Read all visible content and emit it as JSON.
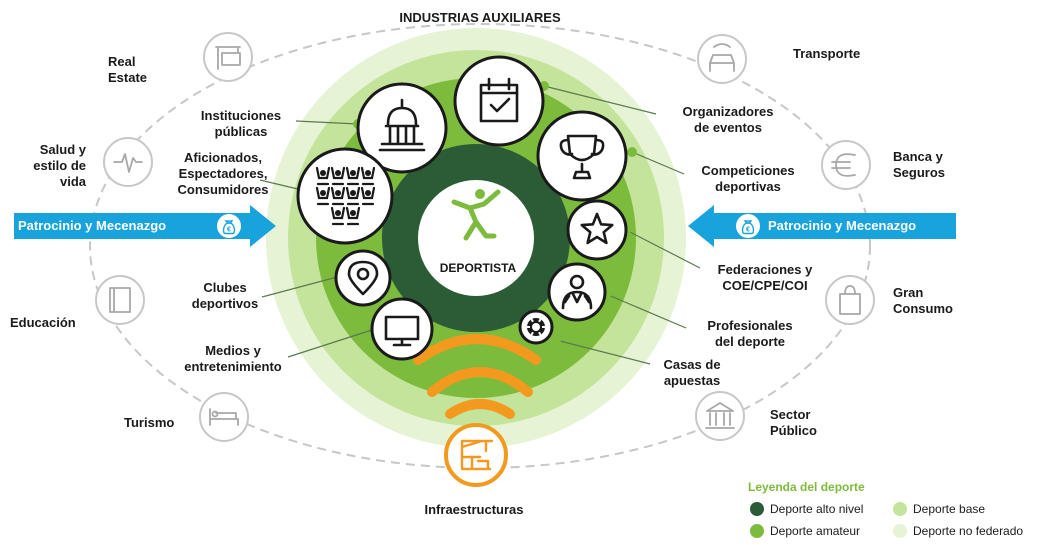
{
  "header": {
    "title": "INDUSTRIAS AUXILIARES"
  },
  "center": {
    "label": "DEPORTISTA"
  },
  "bottom": {
    "label": "Infraestructuras"
  },
  "outer_left": [
    {
      "id": "real-estate",
      "label": "Real\nEstate",
      "icon": "signboard-icon"
    },
    {
      "id": "salud",
      "label": "Salud y\nestilo de\nvida",
      "icon": "heartbeat-icon"
    },
    {
      "id": "educacion",
      "label": "Educación",
      "icon": "book-icon"
    },
    {
      "id": "turismo",
      "label": "Turismo",
      "icon": "bed-icon"
    }
  ],
  "outer_right": [
    {
      "id": "transporte",
      "label": "Transporte",
      "icon": "car-icon"
    },
    {
      "id": "banca",
      "label": "Banca y\nSeguros",
      "icon": "euro-icon"
    },
    {
      "id": "gran-consumo",
      "label": "Gran\nConsumo",
      "icon": "shopping-bag-icon"
    },
    {
      "id": "sector-publico",
      "label": "Sector\nPúblico",
      "icon": "bank-building-icon"
    }
  ],
  "inner_left": [
    {
      "id": "instituciones",
      "label": "Instituciones\npúblicas",
      "icon": "capitol-icon"
    },
    {
      "id": "aficionados",
      "label": "Aficionados,\nEspectadores,\nConsumidores",
      "icon": "crowd-icon"
    },
    {
      "id": "clubes",
      "label": "Clubes\ndeportivos",
      "icon": "location-pin-icon"
    },
    {
      "id": "medios",
      "label": "Medios y\nentretenimiento",
      "icon": "monitor-icon"
    }
  ],
  "inner_right": [
    {
      "id": "organizadores",
      "label": "Organizadores\nde eventos",
      "icon": "calendar-check-icon"
    },
    {
      "id": "competiciones",
      "label": "Competiciones\ndeportivas",
      "icon": "trophy-icon"
    },
    {
      "id": "federaciones",
      "label": "Federaciones y\nCOE/CPE/COI",
      "icon": "star-icon"
    },
    {
      "id": "profesionales",
      "label": "Profesionales\ndel deporte",
      "icon": "coach-icon"
    },
    {
      "id": "casas",
      "label": "Casas de\napuestas",
      "icon": "poker-chip-icon"
    }
  ],
  "arrows": {
    "left": {
      "label": "Patrocinio y Mecenazgo",
      "icon": "money-bag-euro-icon"
    },
    "right": {
      "label": "Patrocinio y Mecenazgo",
      "icon": "money-bag-euro-icon"
    }
  },
  "legend": {
    "title": "Leyenda del deporte",
    "items": [
      {
        "label": "Deporte alto nivel",
        "color": "#2b5c36"
      },
      {
        "label": "Deporte amateur",
        "color": "#7dbb3d"
      },
      {
        "label": "Deporte base",
        "color": "#c4e39b"
      },
      {
        "label": "Deporte no federado",
        "color": "#e6f3d4"
      }
    ]
  },
  "colors": {
    "alto_nivel": "#2b5c36",
    "amateur": "#7dbb3d",
    "base": "#c4e39b",
    "no_federado": "#e6f3d4",
    "accent_orange": "#f39a1e",
    "arrow_blue": "#19a3dc",
    "outer_gray": "#c7c7c7"
  }
}
